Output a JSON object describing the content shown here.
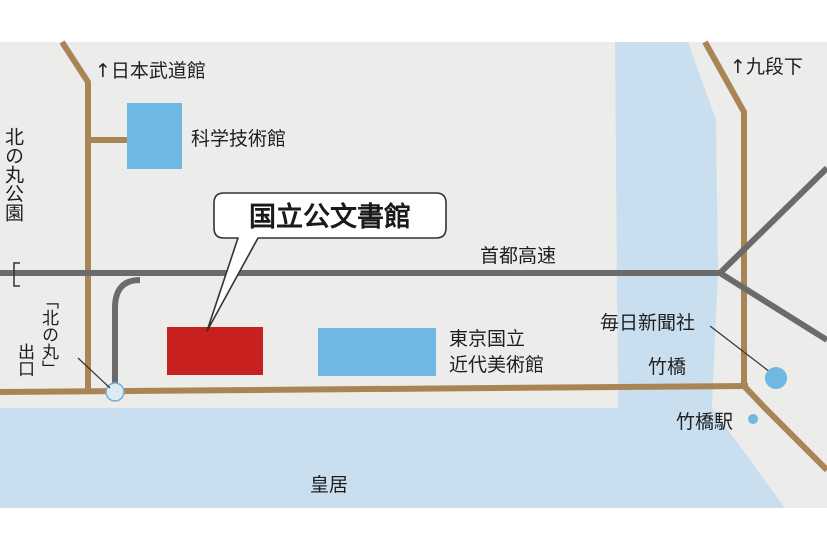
{
  "colors": {
    "land": "#ececea",
    "water": "#c9dff0",
    "road": "#a98555",
    "expressway": "#6b6b6b",
    "building_blue": "#6fb8e2",
    "archives_red": "#c8201f",
    "station": "#6fb8e2",
    "text": "#1e1e1e"
  },
  "callout": {
    "title": "国立公文書館"
  },
  "labels": {
    "budokan": "↑日本武道館",
    "kudanshita": "↑九段下",
    "science_museum": "科学技術館",
    "kitanomaru_park": "北の丸公園",
    "expressway": "首都高速",
    "momat_line1": "東京国立",
    "momat_line2": "近代美術館",
    "mainichi": "毎日新聞社",
    "takebashi": "竹橋",
    "takebashi_station": "竹橋駅",
    "kitanomaru_exit": "「北の丸」",
    "exit": "出口",
    "imperial_palace": "皇居"
  },
  "icons": {
    "north_arrow": "up-arrow",
    "station_marker": "circle"
  }
}
